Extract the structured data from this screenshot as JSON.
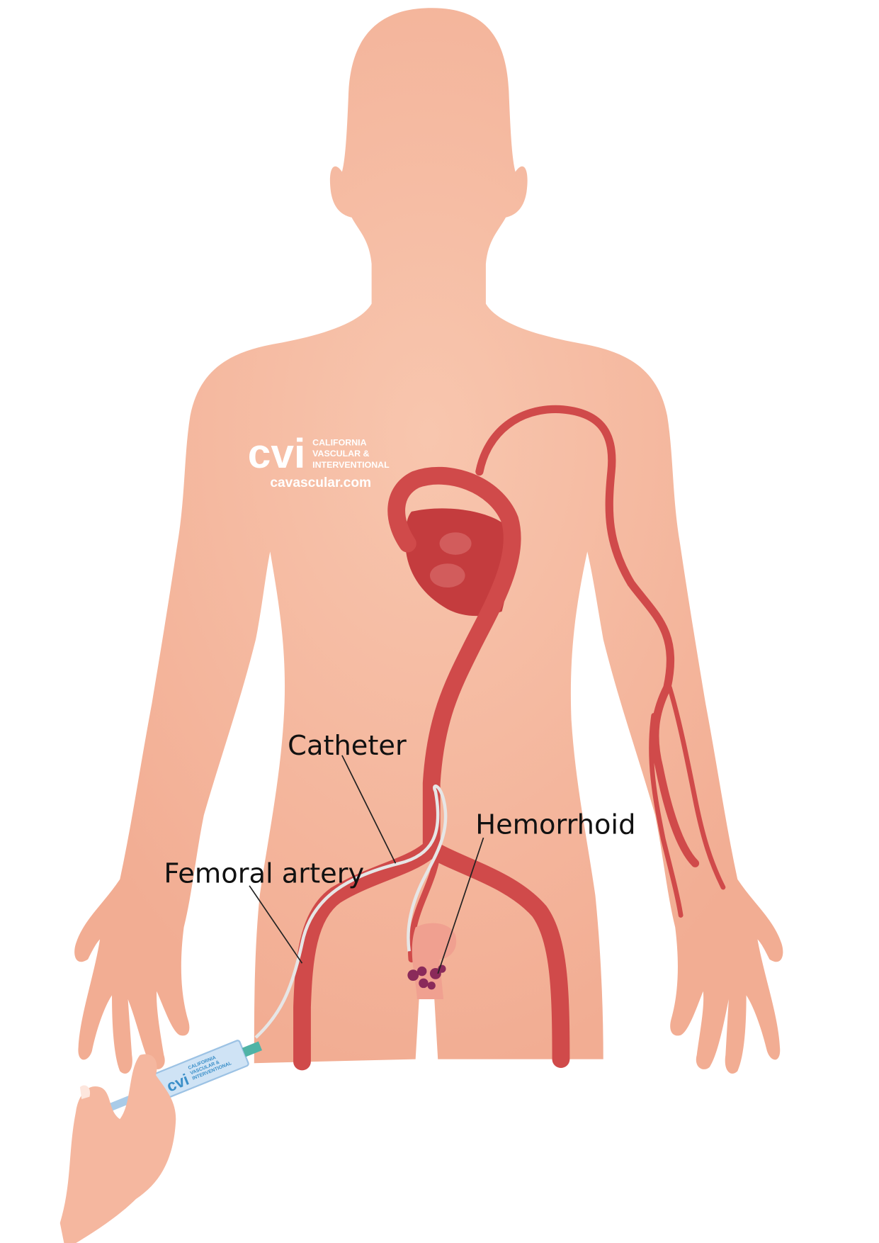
{
  "labels": {
    "catheter": "Catheter",
    "hemorrhoid": "Hemorrhoid",
    "femoral_artery": "Femoral artery"
  },
  "logo": {
    "mark": "cvi",
    "line1": "CALIFORNIA",
    "line2": "VASCULAR &",
    "line3": "INTERVENTIONAL",
    "website": "cavascular.com"
  },
  "syringe_logo": {
    "mark": "cvi",
    "line1": "CALIFORNIA",
    "line2": "VASCULAR &",
    "line3": "INTERVENTIONAL"
  },
  "colors": {
    "skin": "#f5b79f",
    "artery": "#d04a4a",
    "heart": "#c43c3e",
    "catheter": "#e6e6e6",
    "syringe": "#cfe3f5",
    "syringe_tip": "#4fb3a6"
  }
}
